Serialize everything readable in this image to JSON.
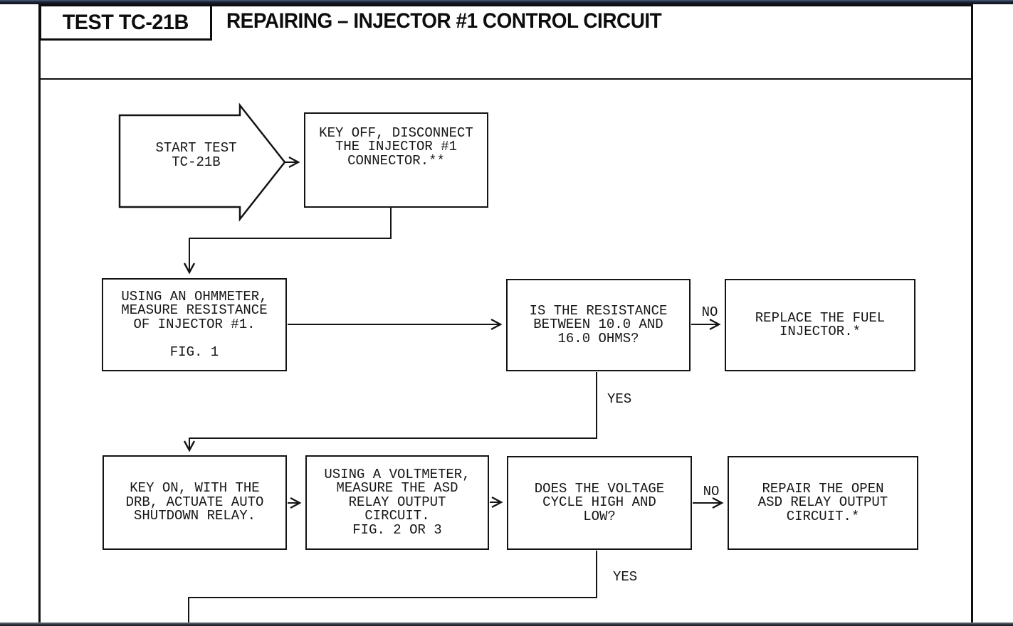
{
  "header": {
    "test_label": "TEST TC-21B",
    "title": "REPAIRING – INJECTOR #1 CONTROL CIRCUIT"
  },
  "flowchart": {
    "start": {
      "lines": [
        "START TEST",
        "TC-21B"
      ]
    },
    "step_key_off": {
      "lines": [
        "KEY OFF, DISCONNECT",
        "THE INJECTOR #1",
        "CONNECTOR.**"
      ]
    },
    "step_ohmmeter": {
      "lines": [
        "USING AN OHMMETER,",
        "MEASURE RESISTANCE",
        "OF INJECTOR #1.",
        "",
        "FIG. 1"
      ]
    },
    "decision_resistance": {
      "lines": [
        "IS THE RESISTANCE",
        "BETWEEN 10.0 AND",
        "16.0 OHMS?"
      ]
    },
    "action_replace_injector": {
      "lines": [
        "REPLACE THE FUEL",
        "INJECTOR.*"
      ]
    },
    "step_key_on": {
      "lines": [
        "KEY ON, WITH THE",
        "DRB, ACTUATE AUTO",
        "SHUTDOWN RELAY."
      ]
    },
    "step_voltmeter": {
      "lines": [
        "USING A VOLTMETER,",
        "MEASURE THE ASD",
        "RELAY OUTPUT",
        "CIRCUIT.",
        "FIG. 2 OR 3"
      ]
    },
    "decision_voltage": {
      "lines": [
        "DOES THE VOLTAGE",
        "CYCLE HIGH AND",
        "LOW?"
      ]
    },
    "action_repair_asd": {
      "lines": [
        "REPAIR THE OPEN",
        "ASD RELAY OUTPUT",
        "CIRCUIT.*"
      ]
    },
    "labels": {
      "resistance_no": "NO",
      "resistance_yes": "YES",
      "voltage_no": "NO",
      "voltage_yes": "YES"
    }
  },
  "colors": {
    "ink": "#141414",
    "paper": "#ffffff",
    "scan_edge_top": "#1b2433",
    "scan_edge_bottom": "#3a3f48"
  }
}
